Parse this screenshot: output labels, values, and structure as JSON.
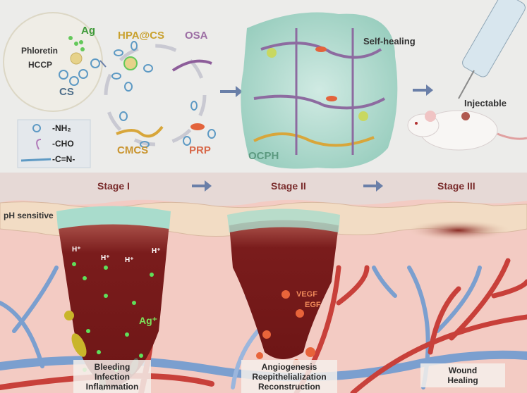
{
  "top": {
    "ag": "Ag",
    "phloretin": "Phloretin",
    "hccp": "HCCP",
    "cs": "CS",
    "hpa_cs": "HPA@CS",
    "osa": "OSA",
    "cmcs": "CMCS",
    "prp": "PRP",
    "ocph": "OCPH",
    "self_healing": "Self-healing",
    "injectable": "Injectable",
    "legend": [
      {
        "icon": "amine-loop-icon",
        "label": "-NH₂"
      },
      {
        "icon": "aldehyde-hook-icon",
        "label": "-CHO"
      },
      {
        "icon": "imine-bond-icon",
        "label": "-C=N-"
      }
    ]
  },
  "stages": {
    "s1": "Stage I",
    "s2": "Stage II",
    "s3": "Stage III"
  },
  "bottom": {
    "ph_sensitive": "pH sensitive",
    "h_plus": "H⁺",
    "ag_plus": "Ag⁺",
    "vegf": "VEGF",
    "egf": "EGF",
    "stage1_box": [
      "Bleeding",
      "Infection",
      "Inflammation"
    ],
    "stage2_box": [
      "Angiogenesis",
      "Reepithelialization",
      "Reconstruction"
    ],
    "stage3_box": [
      "Wound",
      "Healing"
    ]
  },
  "colors": {
    "stage_text": "#7a2c2c",
    "hpa": "#c9a12e",
    "osa": "#9b6ca3",
    "prp": "#d8694a",
    "ocph": "#5c9a80",
    "ag": "#3f9a3a",
    "wound": "#7a1c1c"
  }
}
